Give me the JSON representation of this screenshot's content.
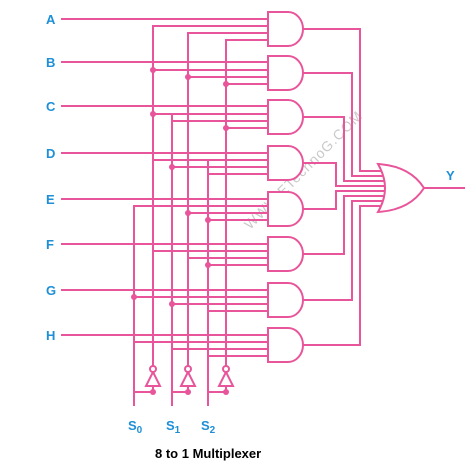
{
  "inputs": [
    "A",
    "B",
    "C",
    "D",
    "E",
    "F",
    "G",
    "H"
  ],
  "selects": [
    {
      "base": "S",
      "sub": "0"
    },
    {
      "base": "S",
      "sub": "1"
    },
    {
      "base": "S",
      "sub": "2"
    }
  ],
  "output_label": "Y",
  "caption": "8 to 1 Multiplexer",
  "watermark": "WWW.ETechnoG.COM",
  "colors": {
    "wire": "#e8559a",
    "label": "#1e8fd6",
    "caption": "#000000"
  }
}
